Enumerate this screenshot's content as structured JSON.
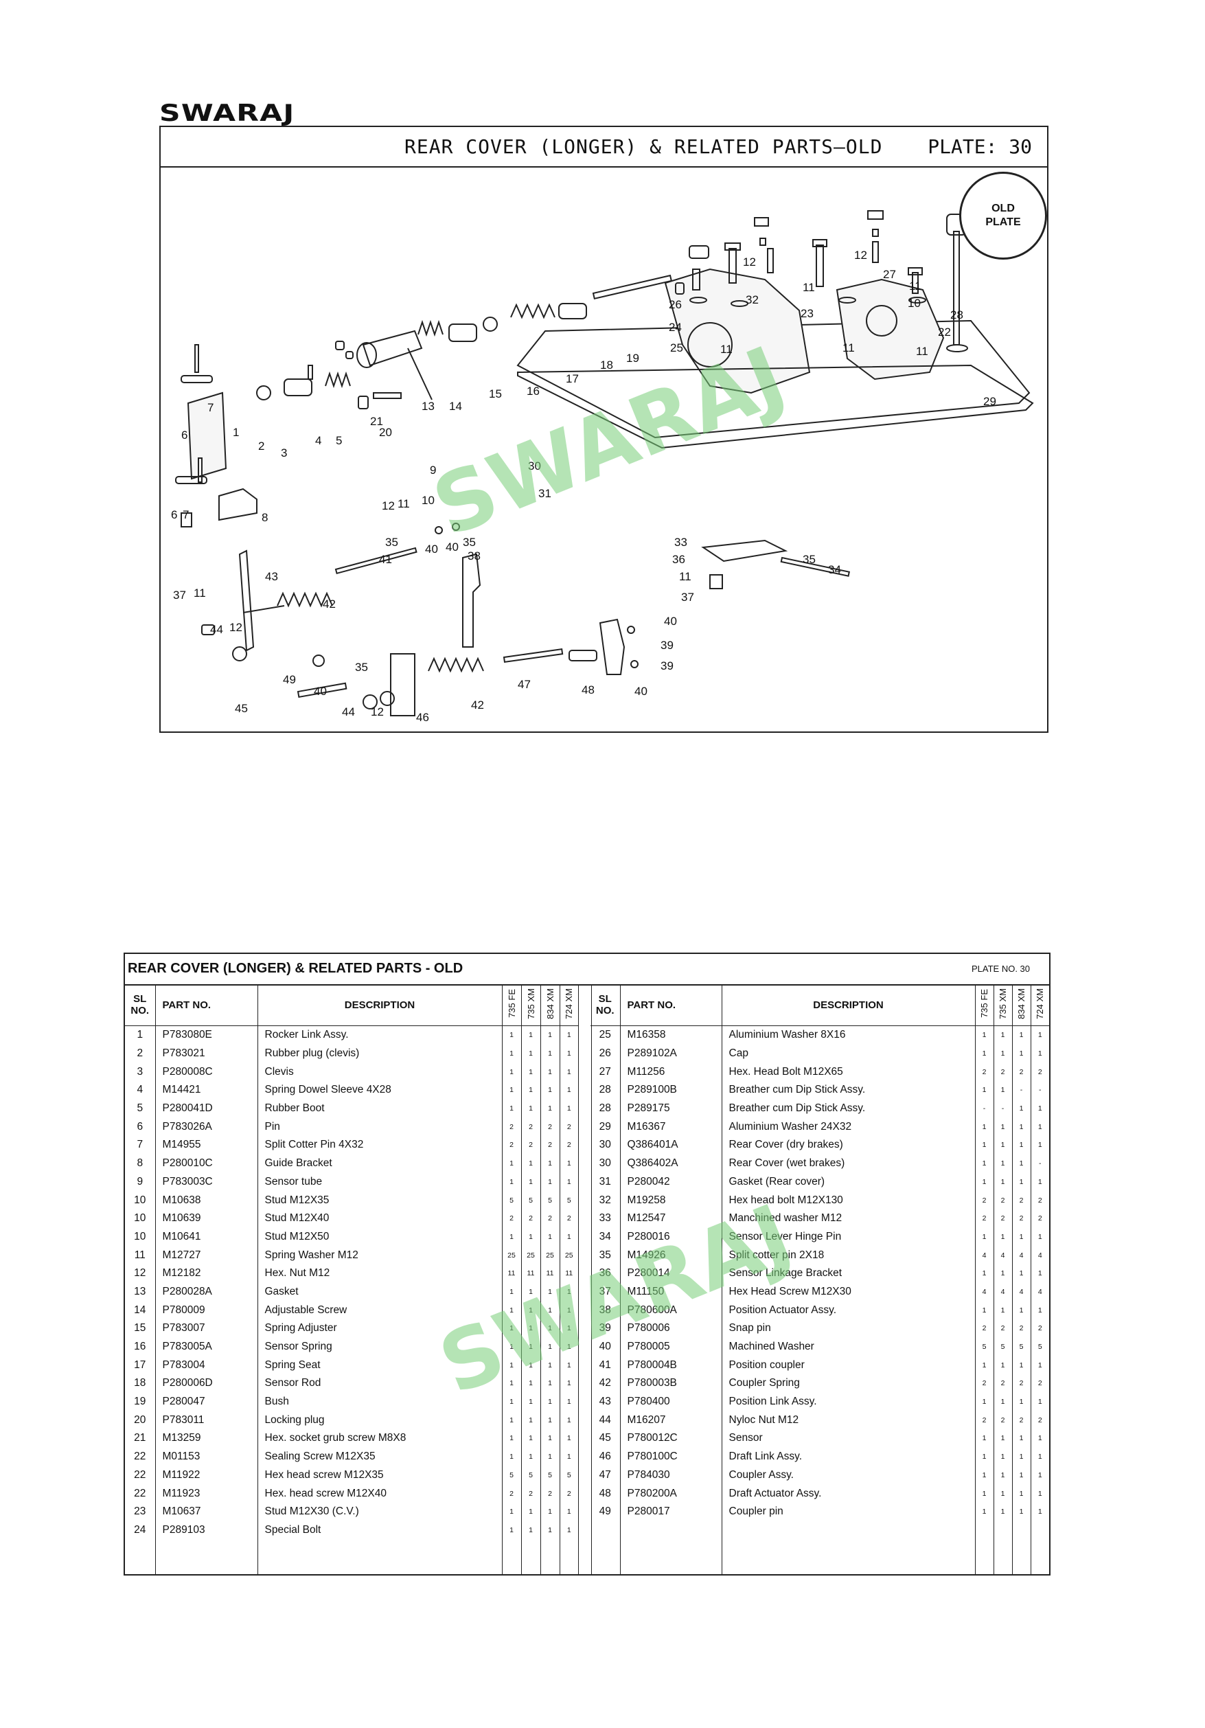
{
  "brand": "SWARAJ",
  "plate": {
    "title": "REAR COVER (LONGER) & RELATED PARTS—OLD",
    "plate_label": "PLATE: 30",
    "badge_line1": "OLD",
    "badge_line2": "PLATE"
  },
  "watermark": "SWARAJ",
  "callouts": [
    {
      "t": "12"
    },
    {
      "t": "12"
    },
    {
      "t": "11"
    },
    {
      "t": "11"
    },
    {
      "t": "27"
    },
    {
      "t": "10"
    },
    {
      "t": "26"
    },
    {
      "t": "32"
    },
    {
      "t": "23"
    },
    {
      "t": "28"
    },
    {
      "t": "22"
    },
    {
      "t": "24"
    },
    {
      "t": "25"
    },
    {
      "t": "11"
    },
    {
      "t": "11"
    },
    {
      "t": "11"
    },
    {
      "t": "19"
    },
    {
      "t": "18"
    },
    {
      "t": "17"
    },
    {
      "t": "16"
    },
    {
      "t": "15"
    },
    {
      "t": "14"
    },
    {
      "t": "13"
    },
    {
      "t": "29"
    },
    {
      "t": "7"
    },
    {
      "t": "21"
    },
    {
      "t": "20"
    },
    {
      "t": "6"
    },
    {
      "t": "1"
    },
    {
      "t": "4"
    },
    {
      "t": "5"
    },
    {
      "t": "2"
    },
    {
      "t": "3"
    },
    {
      "t": "30"
    },
    {
      "t": "9"
    },
    {
      "t": "31"
    },
    {
      "t": "12"
    },
    {
      "t": "11"
    },
    {
      "t": "10"
    },
    {
      "t": "6"
    },
    {
      "t": "7"
    },
    {
      "t": "8"
    },
    {
      "t": "35"
    },
    {
      "t": "40"
    },
    {
      "t": "40"
    },
    {
      "t": "35"
    },
    {
      "t": "38"
    },
    {
      "t": "41"
    },
    {
      "t": "37"
    },
    {
      "t": "11"
    },
    {
      "t": "43"
    },
    {
      "t": "33"
    },
    {
      "t": "35"
    },
    {
      "t": "36"
    },
    {
      "t": "34"
    },
    {
      "t": "11"
    },
    {
      "t": "37"
    },
    {
      "t": "42"
    },
    {
      "t": "44"
    },
    {
      "t": "12"
    },
    {
      "t": "40"
    },
    {
      "t": "39"
    },
    {
      "t": "39"
    },
    {
      "t": "49"
    },
    {
      "t": "35"
    },
    {
      "t": "40"
    },
    {
      "t": "48"
    },
    {
      "t": "40"
    },
    {
      "t": "47"
    },
    {
      "t": "42"
    },
    {
      "t": "45"
    },
    {
      "t": "44"
    },
    {
      "t": "12"
    },
    {
      "t": "46"
    }
  ],
  "table": {
    "title": "REAR COVER (LONGER) & RELATED PARTS - OLD",
    "plate_no": "PLATE NO.  30",
    "headers": {
      "sl_line1": "SL",
      "sl_line2": "NO.",
      "part": "PART NO.",
      "desc": "DESCRIPTION",
      "m1": "735 FE",
      "m2": "735 XM",
      "m3": "834 XM",
      "m4": "724 XM"
    },
    "left": [
      [
        "1",
        "P783080E",
        "Rocker Link Assy.",
        "1",
        "1",
        "1",
        "1"
      ],
      [
        "2",
        "P783021",
        "Rubber plug (clevis)",
        "1",
        "1",
        "1",
        "1"
      ],
      [
        "3",
        "P280008C",
        "Clevis",
        "1",
        "1",
        "1",
        "1"
      ],
      [
        "4",
        "M14421",
        "Spring Dowel Sleeve 4X28",
        "1",
        "1",
        "1",
        "1"
      ],
      [
        "5",
        "P280041D",
        "Rubber Boot",
        "1",
        "1",
        "1",
        "1"
      ],
      [
        "6",
        "P783026A",
        "Pin",
        "2",
        "2",
        "2",
        "2"
      ],
      [
        "7",
        "M14955",
        "Split Cotter Pin 4X32",
        "2",
        "2",
        "2",
        "2"
      ],
      [
        "8",
        "P280010C",
        "Guide Bracket",
        "1",
        "1",
        "1",
        "1"
      ],
      [
        "9",
        "P783003C",
        "Sensor tube",
        "1",
        "1",
        "1",
        "1"
      ],
      [
        "10",
        "M10638",
        "Stud M12X35",
        "5",
        "5",
        "5",
        "5"
      ],
      [
        "10",
        "M10639",
        "Stud M12X40",
        "2",
        "2",
        "2",
        "2"
      ],
      [
        "10",
        "M10641",
        "Stud M12X50",
        "1",
        "1",
        "1",
        "1"
      ],
      [
        "11",
        "M12727",
        "Spring Washer M12",
        "25",
        "25",
        "25",
        "25"
      ],
      [
        "12",
        "M12182",
        "Hex. Nut M12",
        "11",
        "11",
        "11",
        "11"
      ],
      [
        "13",
        "P280028A",
        "Gasket",
        "1",
        "1",
        "1",
        "1"
      ],
      [
        "14",
        "P780009",
        "Adjustable Screw",
        "1",
        "1",
        "1",
        "1"
      ],
      [
        "15",
        "P783007",
        "Spring Adjuster",
        "1",
        "1",
        "1",
        "1"
      ],
      [
        "16",
        "P783005A",
        "Sensor Spring",
        "1",
        "1",
        "1",
        "1"
      ],
      [
        "17",
        "P783004",
        "Spring Seat",
        "1",
        "1",
        "1",
        "1"
      ],
      [
        "18",
        "P280006D",
        "Sensor Rod",
        "1",
        "1",
        "1",
        "1"
      ],
      [
        "19",
        "P280047",
        "Bush",
        "1",
        "1",
        "1",
        "1"
      ],
      [
        "20",
        "P783011",
        "Locking plug",
        "1",
        "1",
        "1",
        "1"
      ],
      [
        "21",
        "M13259",
        "Hex. socket grub screw M8X8",
        "1",
        "1",
        "1",
        "1"
      ],
      [
        "22",
        "M01153",
        "Sealing Screw M12X35",
        "1",
        "1",
        "1",
        "1"
      ],
      [
        "22",
        "M11922",
        "Hex head screw M12X35",
        "5",
        "5",
        "5",
        "5"
      ],
      [
        "22",
        "M11923",
        "Hex. head screw M12X40",
        "2",
        "2",
        "2",
        "2"
      ],
      [
        "23",
        "M10637",
        "Stud M12X30 (C.V.)",
        "1",
        "1",
        "1",
        "1"
      ],
      [
        "24",
        "P289103",
        "Special Bolt",
        "1",
        "1",
        "1",
        "1"
      ]
    ],
    "right": [
      [
        "25",
        "M16358",
        "Aluminium Washer 8X16",
        "1",
        "1",
        "1",
        "1"
      ],
      [
        "26",
        "P289102A",
        "Cap",
        "1",
        "1",
        "1",
        "1"
      ],
      [
        "27",
        "M11256",
        "Hex. Head Bolt M12X65",
        "2",
        "2",
        "2",
        "2"
      ],
      [
        "28",
        "P289100B",
        "Breather cum Dip Stick Assy.",
        "1",
        "1",
        "-",
        "-"
      ],
      [
        "28",
        "P289175",
        "Breather cum Dip Stick Assy.",
        "-",
        "-",
        "1",
        "1"
      ],
      [
        "29",
        "M16367",
        "Aluminium Washer 24X32",
        "1",
        "1",
        "1",
        "1"
      ],
      [
        "30",
        "Q386401A",
        "Rear Cover (dry brakes)",
        "1",
        "1",
        "1",
        "1"
      ],
      [
        "30",
        "Q386402A",
        "Rear Cover (wet brakes)",
        "1",
        "1",
        "1",
        "-"
      ],
      [
        "31",
        "P280042",
        "Gasket (Rear cover)",
        "1",
        "1",
        "1",
        "1"
      ],
      [
        "32",
        "M19258",
        "Hex head bolt M12X130",
        "2",
        "2",
        "2",
        "2"
      ],
      [
        "33",
        "M12547",
        "Manchined washer M12",
        "2",
        "2",
        "2",
        "2"
      ],
      [
        "34",
        "P280016",
        "Sensor Lever Hinge Pin",
        "1",
        "1",
        "1",
        "1"
      ],
      [
        "35",
        "M14926",
        "Split cotter pin 2X18",
        "4",
        "4",
        "4",
        "4"
      ],
      [
        "36",
        "P280014",
        "Sensor Linkage Bracket",
        "1",
        "1",
        "1",
        "1"
      ],
      [
        "37",
        "M11150",
        "Hex Head Screw M12X30",
        "4",
        "4",
        "4",
        "4"
      ],
      [
        "38",
        "P780600A",
        "Position Actuator Assy.",
        "1",
        "1",
        "1",
        "1"
      ],
      [
        "39",
        "P780006",
        "Snap pin",
        "2",
        "2",
        "2",
        "2"
      ],
      [
        "40",
        "P780005",
        "Machined Washer",
        "5",
        "5",
        "5",
        "5"
      ],
      [
        "41",
        "P780004B",
        "Position coupler",
        "1",
        "1",
        "1",
        "1"
      ],
      [
        "42",
        "P780003B",
        "Coupler Spring",
        "2",
        "2",
        "2",
        "2"
      ],
      [
        "43",
        "P780400",
        "Position Link Assy.",
        "1",
        "1",
        "1",
        "1"
      ],
      [
        "44",
        "M16207",
        "Nyloc Nut  M12",
        "2",
        "2",
        "2",
        "2"
      ],
      [
        "45",
        "P780012C",
        "Sensor",
        "1",
        "1",
        "1",
        "1"
      ],
      [
        "46",
        "P780100C",
        "Draft Link Assy.",
        "1",
        "1",
        "1",
        "1"
      ],
      [
        "47",
        "P784030",
        "Coupler Assy.",
        "1",
        "1",
        "1",
        "1"
      ],
      [
        "48",
        "P780200A",
        "Draft Actuator Assy.",
        "1",
        "1",
        "1",
        "1"
      ],
      [
        "49",
        "P280017",
        "Coupler pin",
        "1",
        "1",
        "1",
        "1"
      ]
    ]
  }
}
